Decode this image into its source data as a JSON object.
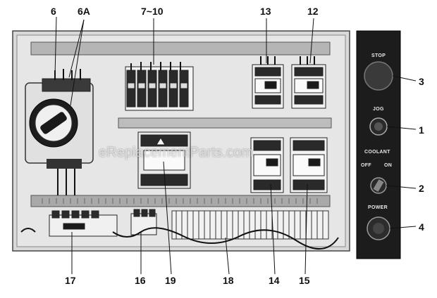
{
  "callouts": {
    "c6": "6",
    "c6a": "6A",
    "c7_10": "7~10",
    "c13": "13",
    "c12": "12",
    "c3": "3",
    "c1": "1",
    "c2": "2",
    "c4": "4",
    "c17": "17",
    "c16": "16",
    "c19": "19",
    "c18": "18",
    "c14": "14",
    "c15": "15"
  },
  "control_panel": {
    "stop": "STOP",
    "jog": "JOG",
    "coolant": "COOLANT",
    "off": "OFF",
    "on": "ON",
    "power": "POWER"
  },
  "watermark": "eReplacementParts.com",
  "colors": {
    "cabinet": "#dcdcdc",
    "rail": "#9a9a9a",
    "panel": "#1c1c1c",
    "component": "#f2f2f2",
    "dark": "#222222"
  }
}
